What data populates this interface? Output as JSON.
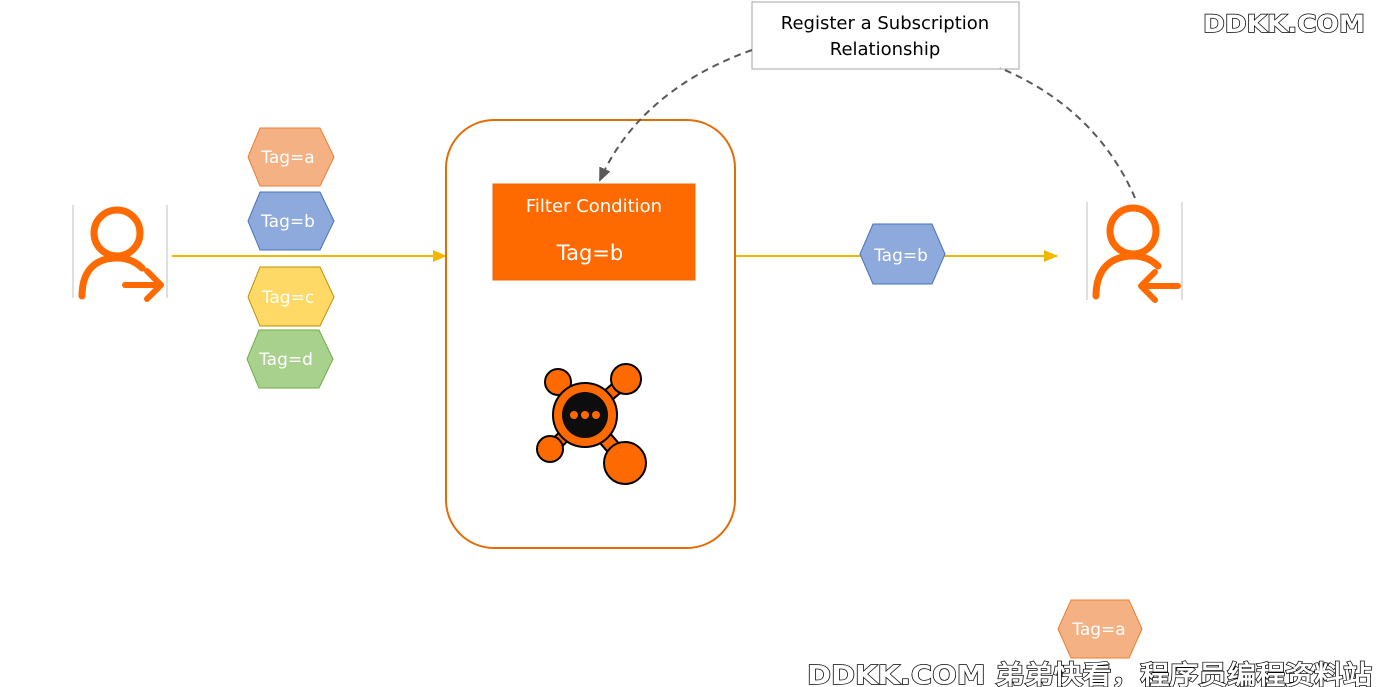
{
  "colors": {
    "orange": "#FF6A00",
    "arrow_yellow": "#F2B700",
    "tag_a": "#F4B183",
    "tag_b": "#8EA9DB",
    "tag_c": "#FFD966",
    "tag_d": "#A9D18E"
  },
  "callout": {
    "line1": "Register a Subscription",
    "line2": "Relationship"
  },
  "filter": {
    "title": "Filter Condition",
    "condition": "Tag=b"
  },
  "input_tags": [
    {
      "label": "Tag=a",
      "color": "#F4B183"
    },
    {
      "label": "Tag=b",
      "color": "#8EA9DB"
    },
    {
      "label": "Tag=c",
      "color": "#FFD966"
    },
    {
      "label": "Tag=d",
      "color": "#A9D18E"
    }
  ],
  "output_tag": {
    "label": "Tag=b",
    "color": "#8EA9DB"
  },
  "extra_tag": {
    "label": "Tag=a",
    "color": "#F4B183"
  },
  "watermark_top": "DDKK.COM",
  "watermark_bottom": "DDKK.COM 弟弟快看，程序员编程资料站",
  "icons": [
    "producer-user-icon",
    "consumer-user-icon",
    "broker-logo-icon"
  ]
}
